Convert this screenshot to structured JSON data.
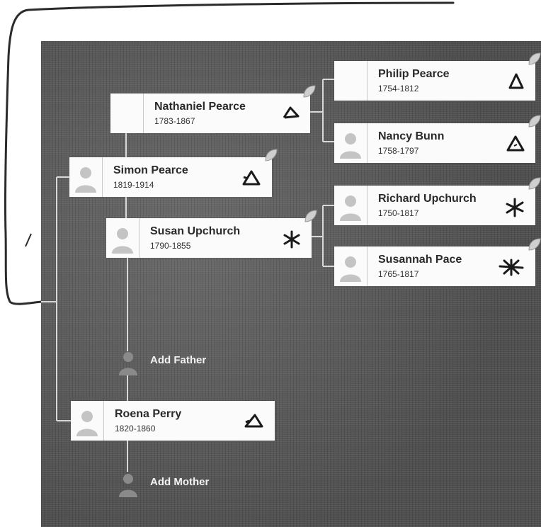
{
  "people": [
    {
      "id": "nathaniel",
      "name": "Nathaniel Pearce",
      "dates": "1783-1867",
      "mark_icon": "triangle-mark"
    },
    {
      "id": "philip",
      "name": "Philip Pearce",
      "dates": "1754-1812",
      "mark_icon": "triangle-mark"
    },
    {
      "id": "nancy",
      "name": "Nancy Bunn",
      "dates": "1758-1797",
      "mark_icon": "triangle-mark"
    },
    {
      "id": "simon",
      "name": "Simon Pearce",
      "dates": "1819-1914",
      "mark_icon": "triangle-mark"
    },
    {
      "id": "susan",
      "name": "Susan Upchurch",
      "dates": "1790-1855",
      "mark_icon": "asterisk-mark"
    },
    {
      "id": "richard",
      "name": "Richard Upchurch",
      "dates": "1750-1817",
      "mark_icon": "asterisk-mark"
    },
    {
      "id": "susannah",
      "name": "Susannah Pace",
      "dates": "1765-1817",
      "mark_icon": "asterisk-mark"
    },
    {
      "id": "roena",
      "name": "Roena Perry",
      "dates": "1820-1860",
      "mark_icon": "triangle-mark"
    }
  ],
  "add_father_label": "Add Father",
  "add_mother_label": "Add Mother",
  "colors": {
    "background": "#5a5a5a",
    "card": "#fbfbfb",
    "connector": "#d8d8d8",
    "ink": "#1a1a1a"
  }
}
